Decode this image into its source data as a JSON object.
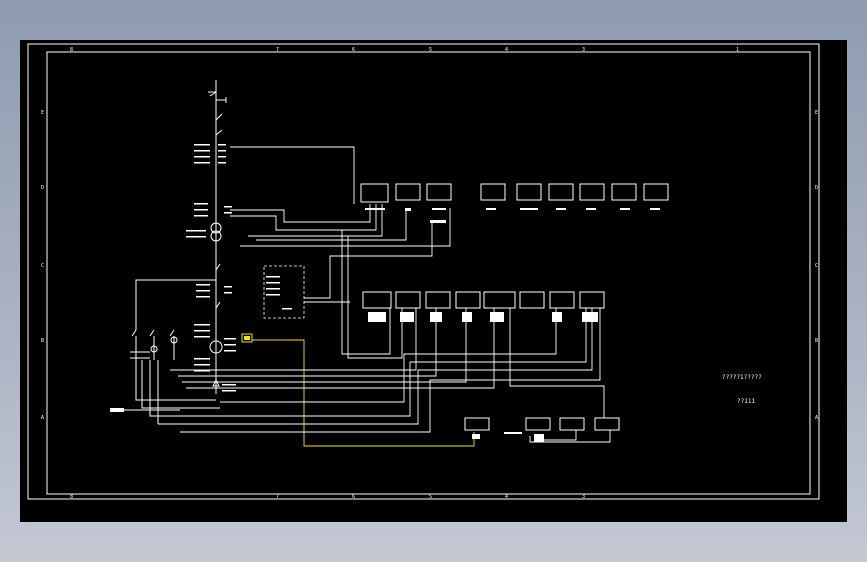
{
  "colors": {
    "background": "#000000",
    "line": "#ffffff",
    "highlight": "#f2e600",
    "outer": "#9aa5b8"
  },
  "column_labels": [
    "8",
    "7",
    "6",
    "5",
    "4",
    "3",
    "1"
  ],
  "row_labels": [
    "E",
    "D",
    "C",
    "B",
    "A"
  ],
  "notes": {
    "note1": "?????1?????",
    "note2": "??111"
  }
}
